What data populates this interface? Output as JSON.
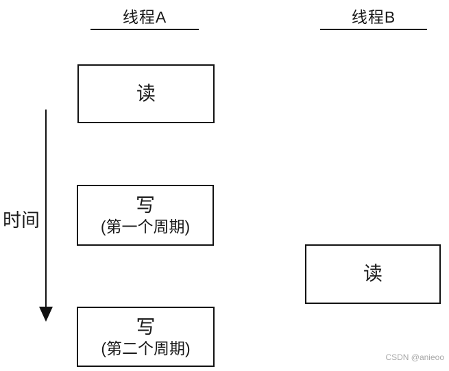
{
  "diagram": {
    "background_color": "#ffffff",
    "line_color": "#111111",
    "columns": [
      {
        "title": "线程A"
      },
      {
        "title": "线程B"
      }
    ],
    "time_axis": {
      "label": "时间",
      "direction": "down"
    },
    "thread_a_boxes": [
      {
        "line1": "读",
        "line2": ""
      },
      {
        "line1": "写",
        "line2": "(第一个周期)"
      },
      {
        "line1": "写",
        "line2": "(第二个周期)"
      }
    ],
    "thread_b_boxes": [
      {
        "line1": "读"
      }
    ],
    "watermark": {
      "text": "CSDN @anieoo",
      "color": "#a8a8a8"
    }
  }
}
